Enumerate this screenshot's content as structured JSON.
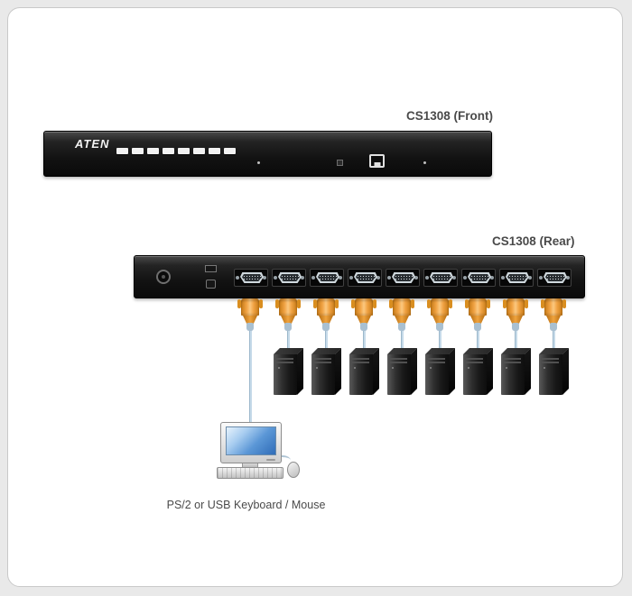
{
  "labels": {
    "front": "CS1308 (Front)",
    "rear": "CS1308 (Rear)",
    "console": "PS/2 or USB Keyboard / Mouse"
  },
  "brand": "ATEN",
  "front_panel": {
    "port_button_count": 8
  },
  "rear_panel": {
    "kvm_port_count": 9
  },
  "connections": {
    "console_port_index": 0,
    "computer_count": 8,
    "connector_type": "SPHD"
  },
  "colors": {
    "connector_orange": "#f0a243",
    "cable": "#c6dae9",
    "monitor_screen": "#2f6cb8",
    "panel_black": "#141414",
    "label_text": "#4a4a4a"
  }
}
